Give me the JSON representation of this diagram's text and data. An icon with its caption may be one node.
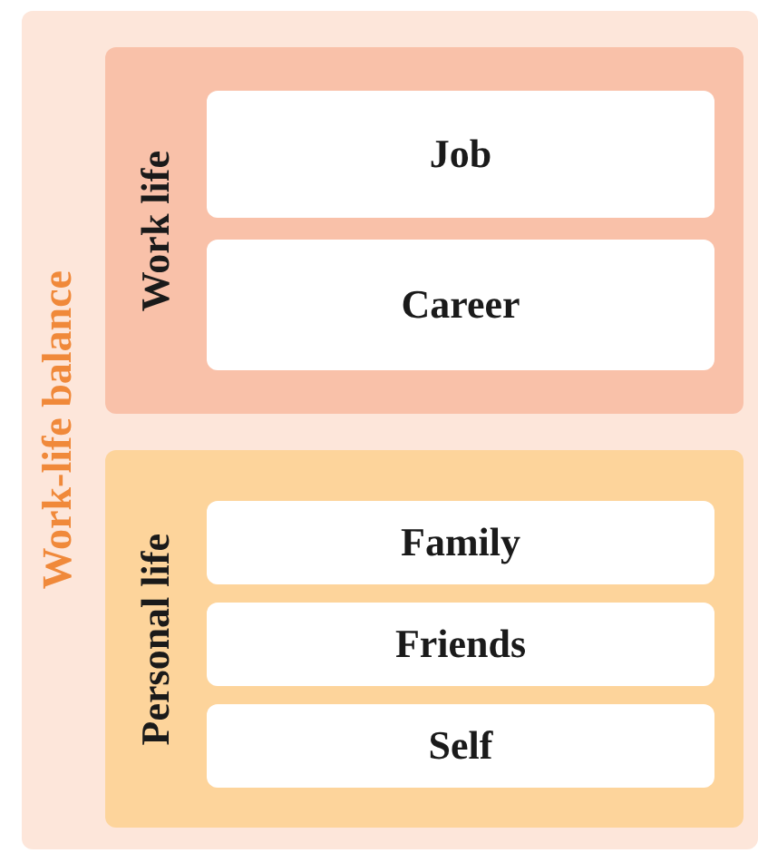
{
  "diagram": {
    "nodes": [
      {
        "text": [
          "Work-life balance"
        ]
      },
      {
        "text": [
          "Work life"
        ],
        "in": 0
      },
      {
        "text": [
          "Job"
        ],
        "in": 1
      },
      {
        "text": [
          "Career"
        ],
        "in": 1
      },
      {
        "text": [
          "Personal life"
        ],
        "in": 0
      },
      {
        "text": [
          "Family"
        ],
        "in": 4
      },
      {
        "text": [
          "Friends"
        ],
        "in": 4
      },
      {
        "text": [
          "Self"
        ],
        "in": 4
      }
    ]
  }
}
